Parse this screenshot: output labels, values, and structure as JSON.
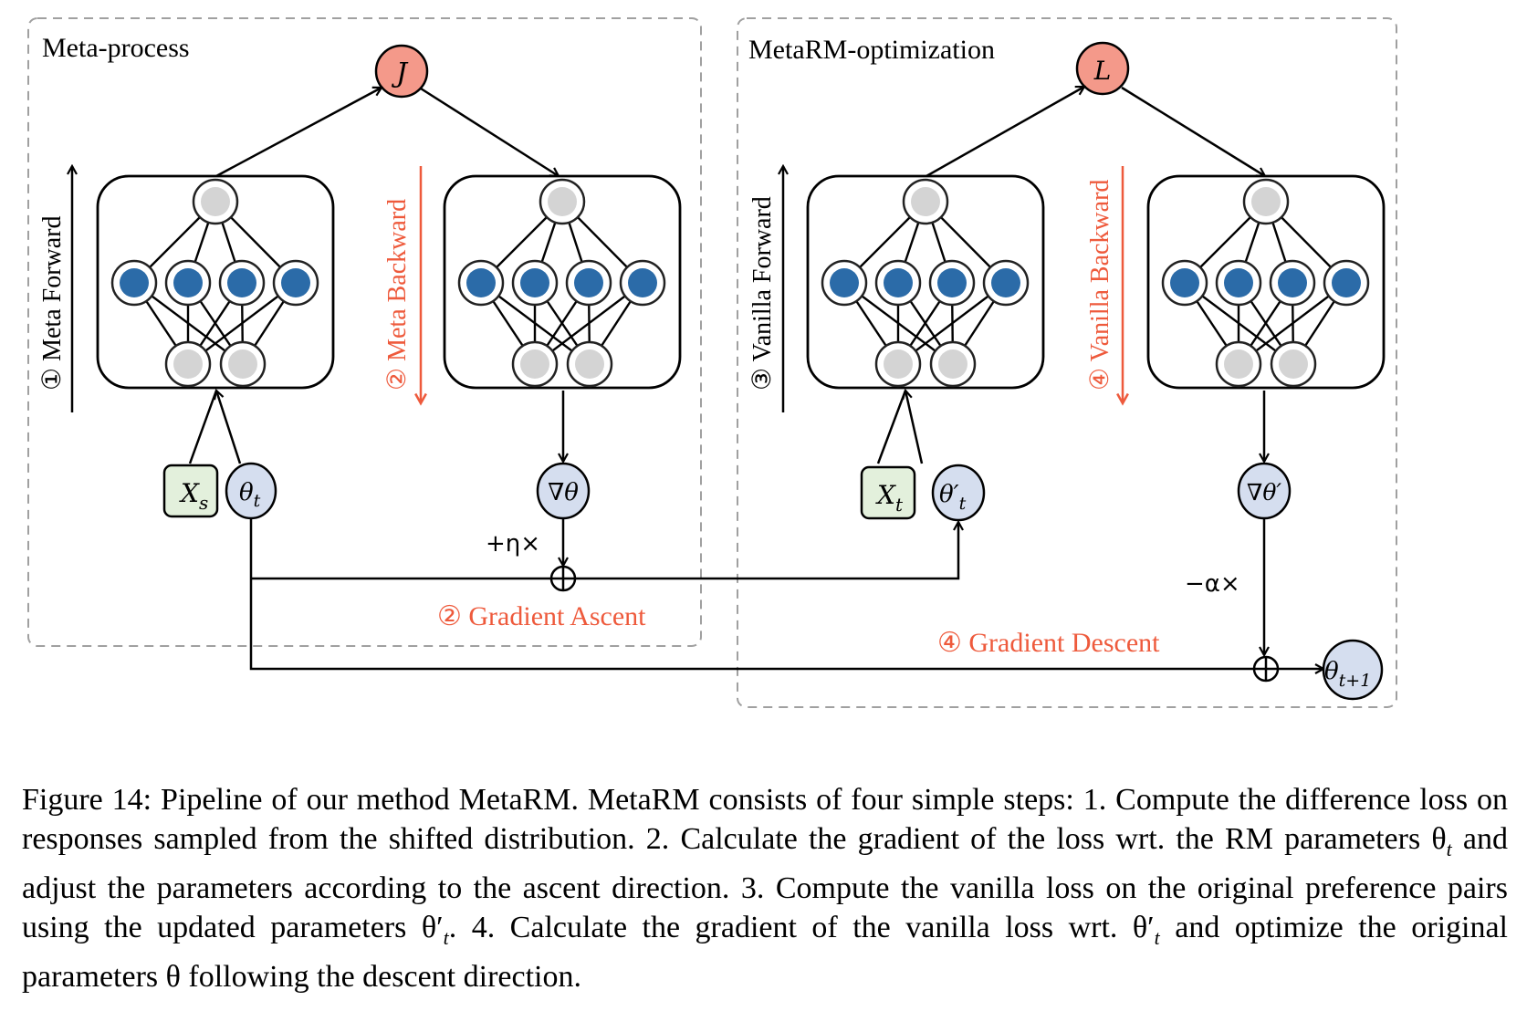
{
  "colors": {
    "accent": "#EE5A3C",
    "loss_node": "#F4998A",
    "param_node": "#D5DEEF",
    "input_node": "#E3F0DC",
    "hidden_neuron": "#2B6BA8",
    "io_neuron": "#D4D4D4",
    "dash": "#A0A0A0"
  },
  "panels": {
    "meta_process": {
      "title": "Meta-process"
    },
    "metarm_optimization": {
      "title": "MetaRM-optimization"
    }
  },
  "nodes": {
    "J": "J",
    "L": "L",
    "Xs": {
      "base": "X",
      "sub": "s"
    },
    "theta_t": {
      "base": "θ",
      "sub": "t"
    },
    "grad_theta": "∇θ",
    "Xt": {
      "base": "X",
      "sub": "t"
    },
    "theta_prime_t": {
      "base": "θ′",
      "sub": "t"
    },
    "grad_theta_prime": "∇θ′",
    "theta_t1": {
      "base": "θ",
      "sub": "t+1"
    }
  },
  "steps": {
    "meta_forward": "① Meta Forward",
    "meta_backward": "② Meta Backward",
    "vanilla_forward": "③ Vanilla Forward",
    "vanilla_backward": "④ Vanilla Backward",
    "gradient_ascent": "② Gradient Ascent",
    "gradient_descent": "④ Gradient Descent"
  },
  "operators": {
    "plus_eta": "+η×",
    "minus_alpha": "−α×"
  },
  "network": {
    "layers": [
      1,
      4,
      2
    ]
  },
  "caption": {
    "label": "Figure 14:",
    "text": "Pipeline of our method MetaRM. MetaRM consists of four simple steps: 1. Compute the difference loss on responses sampled from the shifted distribution. 2. Calculate the gradient of the loss wrt. the RM parameters θ",
    "s1_sub": "t",
    "text2": " and adjust the parameters according to the ascent direction. 3. Compute the vanilla loss on the original preference pairs using the updated parameters θ′",
    "s2_sub": "t",
    "text3": ". 4. Calculate the gradient of the vanilla loss wrt. θ′",
    "s3_sub": "t",
    "text4": " and optimize the original parameters θ following the descent direction."
  }
}
